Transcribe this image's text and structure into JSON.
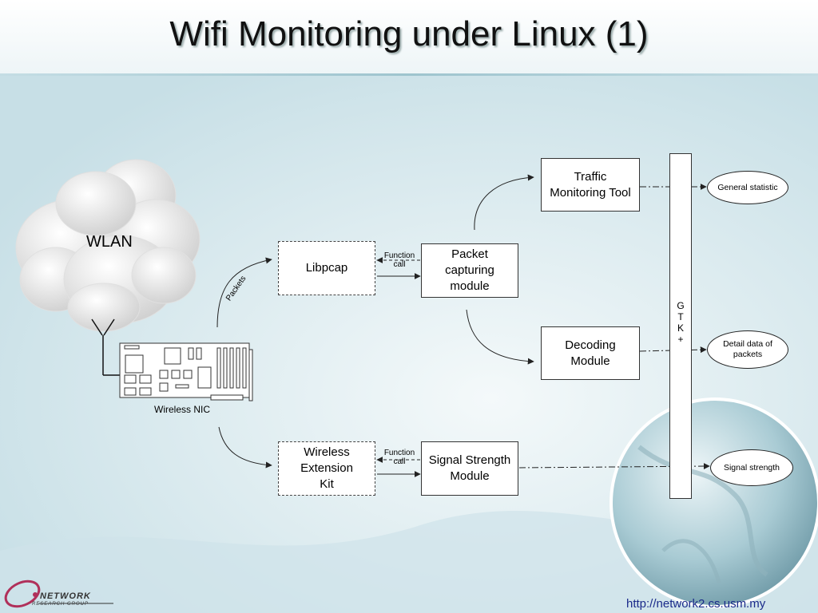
{
  "slide": {
    "title": "Wifi Monitoring under Linux (1)",
    "footer_url": "http://network2.cs.usm.my",
    "logo_text": "NETWORK",
    "logo_subtext": "RESEARCH GROUP"
  },
  "diagram": {
    "cloud_label": "WLAN",
    "nic_label": "Wireless NIC",
    "packets_label": "Packets",
    "libpcap": "Libpcap",
    "packet_capturing": "Packet\ncapturing\nmodule",
    "function_call_1": "Function\ncall",
    "function_call_2": "Function\ncall",
    "wireless_extension": "Wireless\nExtension\nKit",
    "signal_strength_module": "Signal Strength\nModule",
    "traffic_tool": "Traffic\nMonitoring Tool",
    "decoding_module": "Decoding\nModule",
    "gtk": "G\nT\nK\n+",
    "general_statistic": "General statistic",
    "detail_data": "Detail data of\npackets",
    "signal_strength": "Signal strength"
  },
  "colors": {
    "background": "#e7f0f3",
    "arrow": "#222222",
    "url": "#1a2a8a",
    "logo_accent": "#b0305a"
  }
}
